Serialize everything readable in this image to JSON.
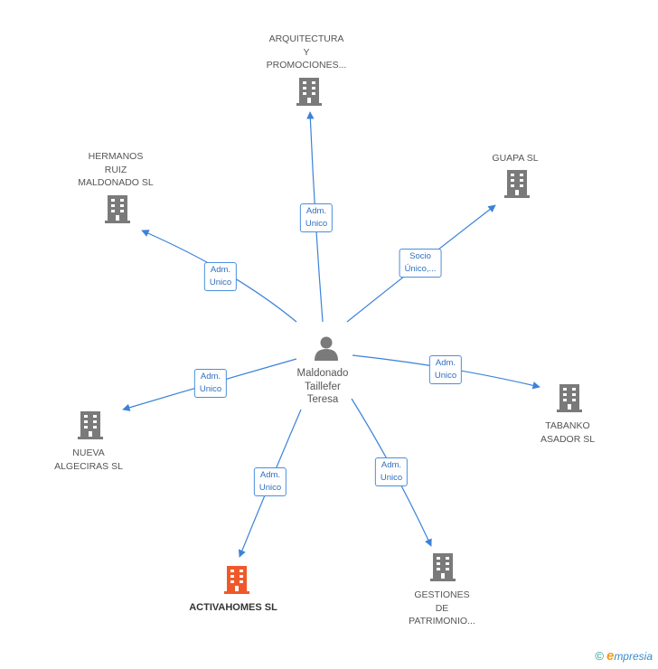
{
  "center": {
    "name_lines": [
      "Maldonado",
      "Taillefer",
      "Teresa"
    ],
    "icon": "person-icon"
  },
  "nodes": [
    {
      "id": "arquitectura",
      "lines": [
        "ARQUITECTURA",
        "Y",
        "PROMOCIONES..."
      ],
      "icon": "building-icon",
      "highlight": false
    },
    {
      "id": "guapa",
      "lines": [
        "GUAPA SL"
      ],
      "icon": "building-icon",
      "highlight": false
    },
    {
      "id": "hermanos",
      "lines": [
        "HERMANOS",
        "RUIZ",
        "MALDONADO SL"
      ],
      "icon": "building-icon",
      "highlight": false
    },
    {
      "id": "tabanko",
      "lines": [
        "TABANKO",
        "ASADOR  SL"
      ],
      "icon": "building-icon",
      "highlight": false
    },
    {
      "id": "nueva",
      "lines": [
        "NUEVA",
        "ALGECIRAS SL"
      ],
      "icon": "building-icon",
      "highlight": false
    },
    {
      "id": "activahomes",
      "lines": [
        "ACTIVAHOMES SL"
      ],
      "icon": "building-icon",
      "highlight": true
    },
    {
      "id": "gestiones",
      "lines": [
        "GESTIONES",
        "DE",
        "PATRIMONIO..."
      ],
      "icon": "building-icon",
      "highlight": false
    }
  ],
  "relations": [
    {
      "to": "arquitectura",
      "lines": [
        "Adm.",
        "Unico"
      ]
    },
    {
      "to": "guapa",
      "lines": [
        "Socio",
        "Único,..."
      ]
    },
    {
      "to": "hermanos",
      "lines": [
        "Adm.",
        "Unico"
      ]
    },
    {
      "to": "tabanko",
      "lines": [
        "Adm.",
        "Unico"
      ]
    },
    {
      "to": "nueva",
      "lines": [
        "Adm.",
        "Unico"
      ]
    },
    {
      "to": "activahomes",
      "lines": [
        "Adm.",
        "Unico"
      ]
    },
    {
      "to": "gestiones",
      "lines": [
        "Adm.",
        "Unico"
      ]
    }
  ],
  "colors": {
    "edge": "#3b82d9",
    "building": "#7a7a7a",
    "building_highlight": "#f0582a",
    "person": "#7a7a7a"
  },
  "brand": {
    "copyright": "©",
    "initial": "e",
    "rest": "mpresia"
  }
}
